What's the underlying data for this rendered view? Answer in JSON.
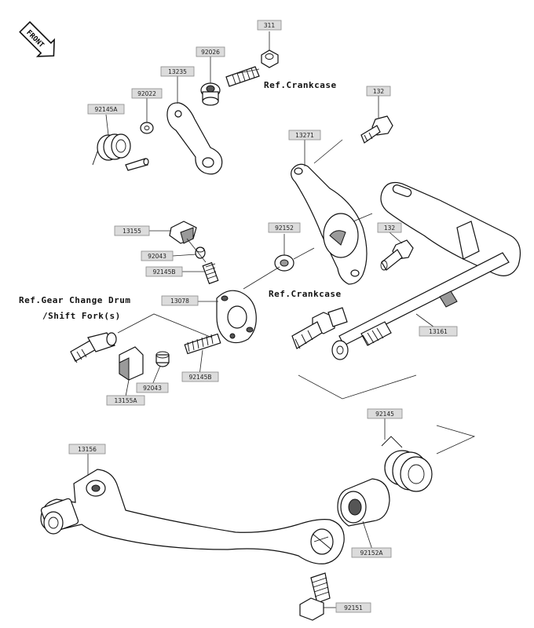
{
  "front_label": "FRONT",
  "references": {
    "crankcase_top": "Ref.Crankcase",
    "crankcase_mid": "Ref.Crankcase",
    "gear_change_line1": "Ref.Gear Change Drum",
    "gear_change_line2": "/Shift Fork(s)"
  },
  "part_numbers": {
    "p311": "311",
    "p92026": "92026",
    "p13235": "13235",
    "p92022": "92022",
    "p92145A": "92145A",
    "p132a": "132",
    "p13271": "13271",
    "p13155": "13155",
    "p92152": "92152",
    "p132b": "132",
    "p92043a": "92043",
    "p92145Ba": "92145B",
    "p13078": "13078",
    "p13161": "13161",
    "p92043b": "92043",
    "p92145Bb": "92145B",
    "p13155A": "13155A",
    "p92145": "92145",
    "p13156": "13156",
    "p92152A": "92152A",
    "p92151": "92151"
  }
}
